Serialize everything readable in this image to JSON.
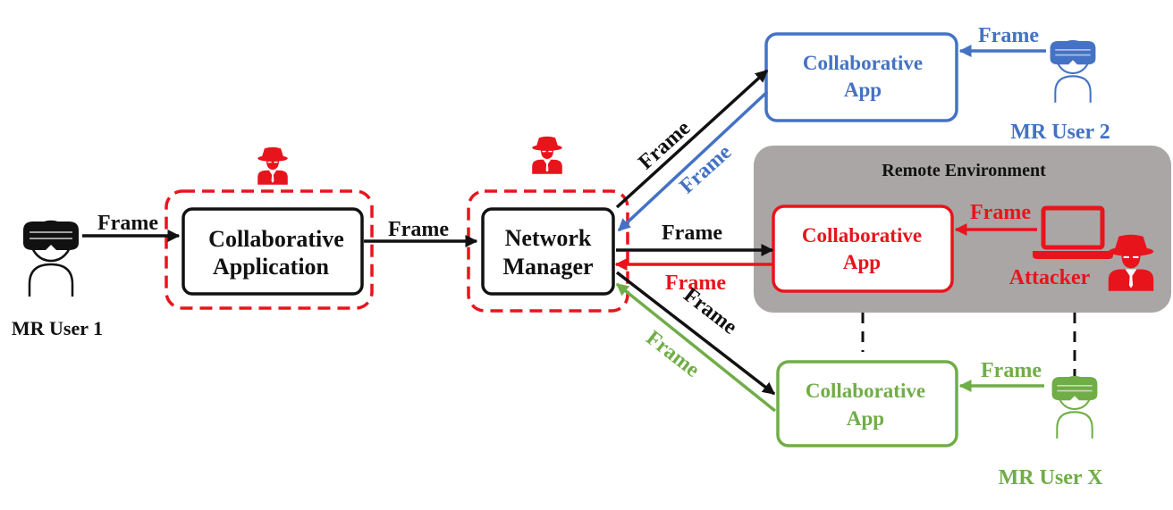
{
  "colors": {
    "black": "#111111",
    "blue": "#4472c4",
    "red": "#e8141c",
    "green": "#70ad47",
    "gray_panel": "#aaa6a5"
  },
  "labels": {
    "frame": "Frame"
  },
  "nodes": {
    "mr_user_1": {
      "label": "MR User 1",
      "icon": "vr-headset-user-icon"
    },
    "mr_user_2": {
      "label": "MR User 2",
      "icon": "vr-headset-user-icon"
    },
    "mr_user_x": {
      "label": "MR User X",
      "icon": "vr-headset-user-icon"
    },
    "collab_application": {
      "line1": "Collaborative",
      "line2": "Application"
    },
    "network_manager": {
      "line1": "Network",
      "line2": "Manager"
    },
    "collab_app_blue": {
      "line1": "Collaborative",
      "line2": "App"
    },
    "collab_app_red": {
      "line1": "Collaborative",
      "line2": "App"
    },
    "collab_app_green": {
      "line1": "Collaborative",
      "line2": "App"
    },
    "remote_environment": {
      "label": "Remote Environment"
    },
    "attacker": {
      "label": "Attacker",
      "icons": [
        "laptop-icon",
        "hacker-icon"
      ]
    }
  },
  "threat_markers": [
    "hacker-icon",
    "hacker-icon"
  ]
}
